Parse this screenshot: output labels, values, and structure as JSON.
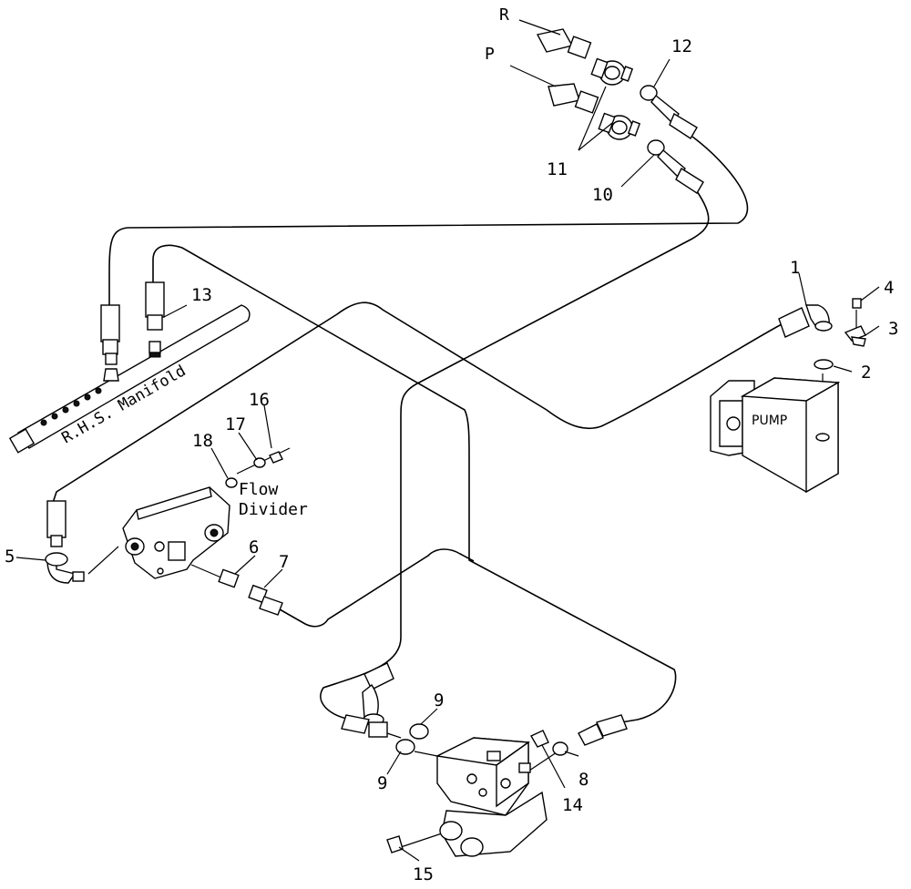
{
  "diagram": {
    "labels": {
      "r": "R",
      "p": "P",
      "manifold": "R.H.S. Manifold",
      "flow_divider_line1": "Flow",
      "flow_divider_line2": "Divider",
      "pump": "PUMP"
    },
    "callouts": [
      "1",
      "2",
      "3",
      "4",
      "5",
      "6",
      "7",
      "8",
      "9",
      "9",
      "10",
      "11",
      "12",
      "13",
      "14",
      "15",
      "16",
      "17",
      "18"
    ]
  }
}
